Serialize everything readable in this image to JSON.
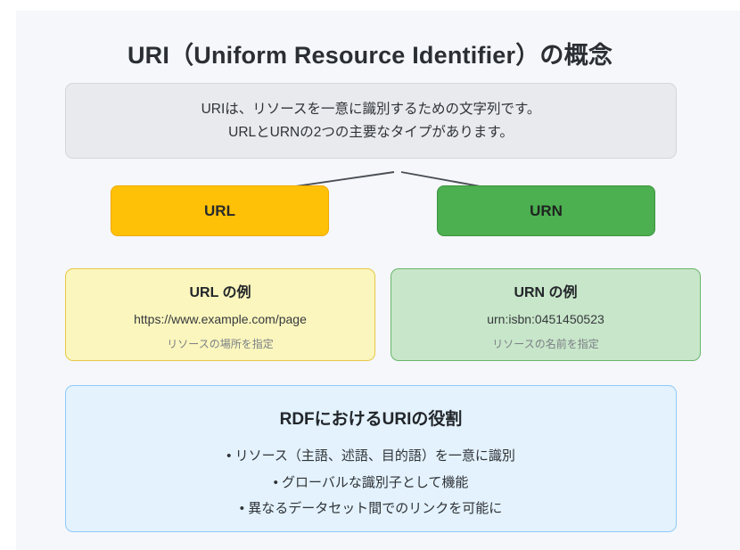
{
  "page": {
    "title": "URI（Uniform Resource Identifier）の概念",
    "background_color": "#f5f7fa"
  },
  "description": {
    "line1": "URIは、リソースを一意に識別するための文字列です。",
    "line2": "URLとURNの2つの主要なタイプがあります。",
    "background_color": "#e8eaed",
    "border_color": "#d3d6da"
  },
  "types": [
    {
      "label": "URL",
      "color": "#ffc107",
      "border_color": "#f0a800"
    },
    {
      "label": "URN",
      "color": "#4caf50",
      "border_color": "#3d9440"
    }
  ],
  "examples": [
    {
      "title": "URL の例",
      "value": "https://www.example.com/page",
      "note": "リソースの場所を指定",
      "color": "#fbf6bd",
      "border_color": "#e8c84a"
    },
    {
      "title": "URN の例",
      "value": "urn:isbn:0451450523",
      "note": "リソースの名前を指定",
      "color": "#c8e6c9",
      "border_color": "#68b76c"
    }
  ],
  "rdf": {
    "title": "RDFにおけるURIの役割",
    "bullets": [
      "• リソース（主語、述語、目的語）を一意に識別",
      "• グローバルな識別子として機能",
      "• 異なるデータセット間でのリンクを可能に"
    ],
    "background_color": "#e3f2fd",
    "border_color": "#90caf9"
  },
  "arrows": {
    "color": "#4a4f55",
    "left_arrow_name": "arrow-to-url",
    "right_arrow_name": "arrow-to-urn"
  }
}
